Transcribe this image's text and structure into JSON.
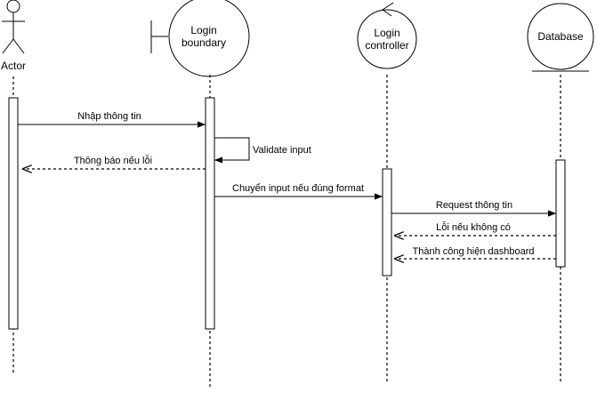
{
  "participants": {
    "actor": {
      "label": "Actor"
    },
    "boundary": {
      "label_line1": "Login",
      "label_line2": "boundary"
    },
    "controller": {
      "label_line1": "Login",
      "label_line2": "controller"
    },
    "database": {
      "label": "Database"
    }
  },
  "messages": [
    {
      "from": "actor",
      "to": "boundary",
      "kind": "sync",
      "label": "Nhập thông tin"
    },
    {
      "from": "boundary",
      "to": "boundary",
      "kind": "self",
      "label": "Validate input"
    },
    {
      "from": "boundary",
      "to": "actor",
      "kind": "return",
      "label": "Thông báo nếu lỗi"
    },
    {
      "from": "boundary",
      "to": "controller",
      "kind": "sync",
      "label": "Chuyển input nếu đúng format"
    },
    {
      "from": "controller",
      "to": "database",
      "kind": "sync",
      "label": "Request thông tin"
    },
    {
      "from": "database",
      "to": "controller",
      "kind": "return",
      "label": "Lỗi nếu không có"
    },
    {
      "from": "database",
      "to": "controller",
      "kind": "return",
      "label": "Thành công hiện dashboard"
    }
  ]
}
